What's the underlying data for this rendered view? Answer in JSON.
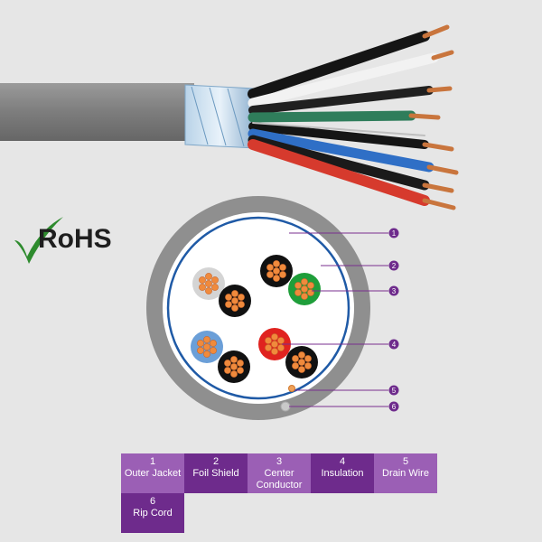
{
  "badge": {
    "text": "RoHS",
    "check_color": "#2e8b2e"
  },
  "colors": {
    "accent": "#7a2f8f",
    "legend_light": "#9b5fb5",
    "legend_dark": "#6e2b8c",
    "jacket": "#8c8c8c",
    "shield": "#1f5aa6"
  },
  "callouts": [
    {
      "num": "1",
      "label": "Outer Jacket"
    },
    {
      "num": "2",
      "label": "Foil Shield"
    },
    {
      "num": "3",
      "label": "Center Conductor"
    },
    {
      "num": "4",
      "label": "Insulation"
    },
    {
      "num": "5",
      "label": "Drain Wire"
    },
    {
      "num": "6",
      "label": "Rip Cord"
    }
  ],
  "legend": [
    {
      "num": "1",
      "label": "Outer Jacket"
    },
    {
      "num": "2",
      "label": "Foil Shield"
    },
    {
      "num": "3",
      "label": "Center\nConductor"
    },
    {
      "num": "4",
      "label": "Insulation"
    },
    {
      "num": "5",
      "label": "Drain Wire"
    },
    {
      "num": "6",
      "label": "Rip Cord"
    }
  ]
}
